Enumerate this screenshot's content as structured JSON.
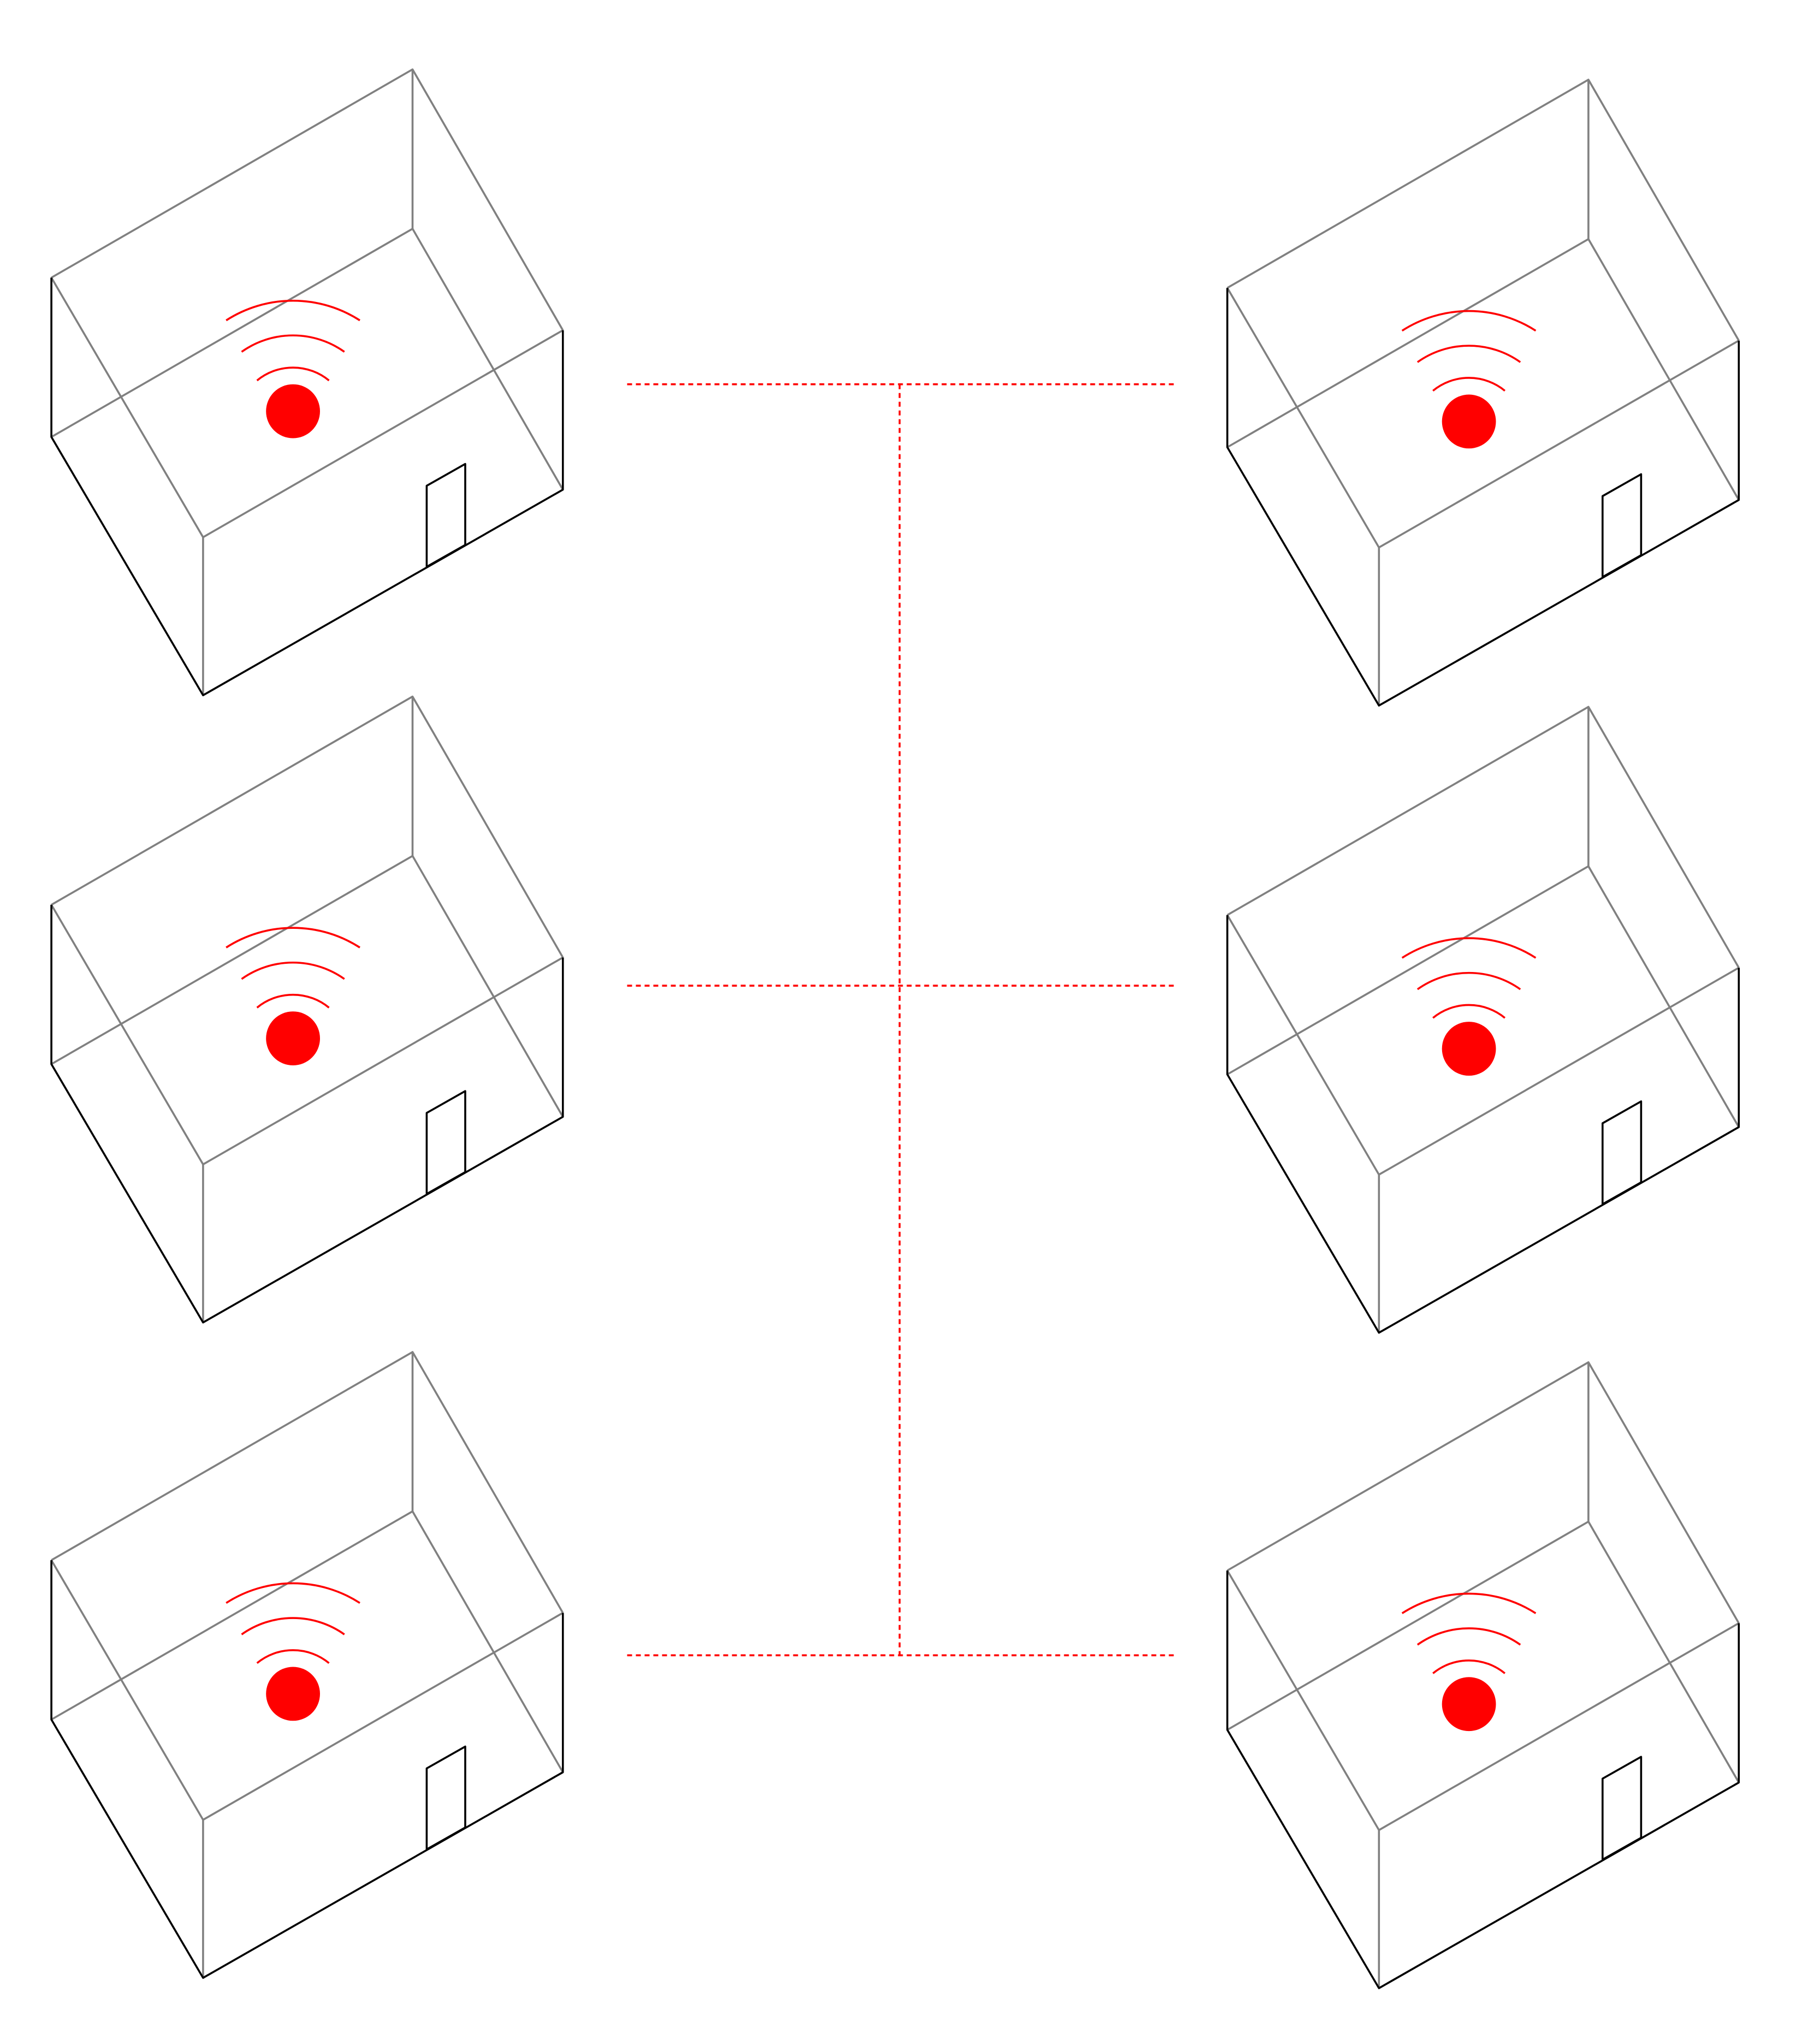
{
  "diagram": {
    "type": "network-topology",
    "colors": {
      "signal": "#ff0000",
      "link": "#ff0000",
      "front_edges": "#000000",
      "back_edges": "#808080",
      "background": "#ffffff"
    },
    "link_style": "dashed",
    "icons": {
      "building": "isometric-building-icon",
      "door": "door-icon",
      "access_point": "wireless-signal-icon"
    },
    "buildings": [
      {
        "id": "building-1",
        "column": "left",
        "row": 1
      },
      {
        "id": "building-2",
        "column": "right",
        "row": 1
      },
      {
        "id": "building-3",
        "column": "left",
        "row": 2
      },
      {
        "id": "building-4",
        "column": "right",
        "row": 2
      },
      {
        "id": "building-5",
        "column": "left",
        "row": 3
      },
      {
        "id": "building-6",
        "column": "right",
        "row": 3
      }
    ],
    "links": [
      {
        "from": "building-1",
        "to": "building-2"
      },
      {
        "from": "building-3",
        "to": "building-4"
      },
      {
        "from": "building-5",
        "to": "building-6"
      },
      {
        "from": "backbone-top",
        "to": "backbone-bottom"
      }
    ]
  }
}
